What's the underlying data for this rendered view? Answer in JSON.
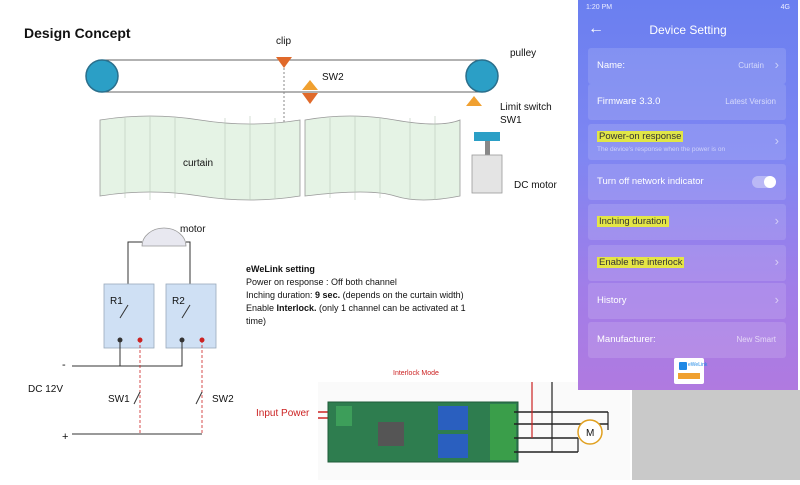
{
  "title": "Design Concept",
  "curtain_diagram": {
    "clip": "clip",
    "pulley": "pulley",
    "sw2": "SW2",
    "limit_switch": "Limit switch",
    "sw1": "SW1",
    "curtain": "curtain",
    "dc_motor": "DC motor"
  },
  "circuit": {
    "motor": "motor",
    "r1": "R1",
    "r2": "R2",
    "minus": "-",
    "plus": "+",
    "dc12v": "DC 12V",
    "sw1": "SW1",
    "sw2": "SW2"
  },
  "ewelink": {
    "heading": "eWeLink setting",
    "line1": "Power on response : Off both channel",
    "line2_prefix": "Inching duration: ",
    "line2_bold": "9 sec.",
    "line2_suffix": " (depends on the curtain width)",
    "line3_prefix": "Enable ",
    "line3_bold": "Interlock.",
    "line3_suffix": " (only 1 channel can be activated at 1",
    "line4": "time)"
  },
  "board_photo": {
    "mode_label": "Interlock Mode",
    "input_power": "Input Power",
    "plus": "+",
    "minus": "-",
    "motor_letter": "M"
  },
  "phone": {
    "status_time": "1:20 PM",
    "status_right": "4G",
    "header_title": "Device Setting",
    "rows": [
      {
        "label": "Name:",
        "value": "Curtain"
      },
      {
        "label": "Firmware  3.3.0",
        "value": "Latest Version"
      },
      {
        "label": "Power-on response",
        "sub": "The device's response when the power is on"
      },
      {
        "label": "Turn off network indicator"
      },
      {
        "label": "Inching duration"
      },
      {
        "label": "Enable the interlock"
      },
      {
        "label": "History"
      },
      {
        "label": "Manufacturer:",
        "value": "New Smart"
      }
    ],
    "logo_text": "eWeLink"
  },
  "colors": {
    "pulley_fill": "#2b9fc6",
    "clip_marker": "#e0692a",
    "relay_fill": "#cfe0f4",
    "phone_gradient_top": "#6a7ff0",
    "phone_gradient_bottom": "#b07ae0",
    "highlight": "#f0f528",
    "wire_red": "#cc2222"
  }
}
